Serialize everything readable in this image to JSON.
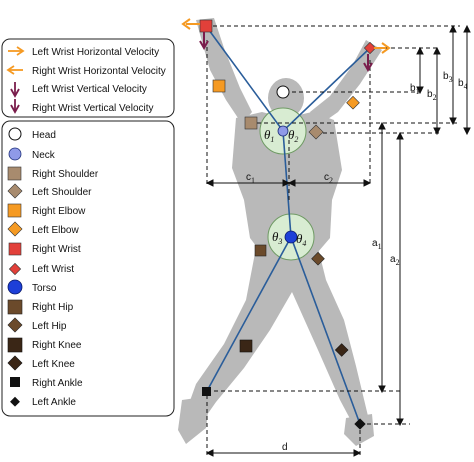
{
  "legend_velocity": [
    {
      "label": "Left Wrist Horizontal Velocity",
      "icon": "orange-right-arrow-icon"
    },
    {
      "label": "Right Wrist Horizontal Velocity",
      "icon": "orange-left-arrow-icon"
    },
    {
      "label": "Left Wrist Vertical Velocity",
      "icon": "purple-down-arrow-icon"
    },
    {
      "label": "Right Wrist Vertical Velocity",
      "icon": "purple-down-arrow-icon"
    }
  ],
  "legend_joints": [
    {
      "label": "Head",
      "icon": "white-circle-icon"
    },
    {
      "label": "Neck",
      "icon": "lavender-circle-icon"
    },
    {
      "label": "Right Shoulder",
      "icon": "tan-square-icon"
    },
    {
      "label": "Left Shoulder",
      "icon": "tan-diamond-icon"
    },
    {
      "label": "Right Elbow",
      "icon": "orange-square-icon"
    },
    {
      "label": "Left Elbow",
      "icon": "orange-diamond-icon"
    },
    {
      "label": "Right Wrist",
      "icon": "red-square-icon"
    },
    {
      "label": "Left Wrist",
      "icon": "red-diamond-icon"
    },
    {
      "label": "Torso",
      "icon": "blue-circle-icon"
    },
    {
      "label": "Right Hip",
      "icon": "brown-square-icon"
    },
    {
      "label": "Left Hip",
      "icon": "brown-diamond-icon"
    },
    {
      "label": "Right Knee",
      "icon": "dark-brown-square-icon"
    },
    {
      "label": "Left Knee",
      "icon": "dark-brown-diamond-icon"
    },
    {
      "label": "Right Ankle",
      "icon": "black-square-icon"
    },
    {
      "label": "Left Ankle",
      "icon": "black-diamond-icon"
    }
  ],
  "angles": {
    "theta1": "θ",
    "theta1_sub": "1",
    "theta2": "θ",
    "theta2_sub": "2",
    "theta3": "θ",
    "theta3_sub": "3",
    "theta4": "θ",
    "theta4_sub": "4"
  },
  "dimensions": {
    "a1": "a",
    "a1_sub": "1",
    "a2": "a",
    "a2_sub": "2",
    "b1": "b",
    "b1_sub": "1",
    "b2": "b",
    "b2_sub": "2",
    "b3": "b",
    "b3_sub": "3",
    "b4": "b",
    "b4_sub": "4",
    "c1": "c",
    "c1_sub": "1",
    "c2": "c",
    "c2_sub": "2",
    "d": "d"
  },
  "colors": {
    "silhouette": "#b9b9b9",
    "skeleton": "#2a5d9a",
    "angle_fill": "#d8ecd2",
    "orange": "#f59a23",
    "red": "#e2403a",
    "purple": "#7a1d4c",
    "blue": "#1d3fd8",
    "lavender": "#8f9ae8",
    "tan": "#a88b6e",
    "brown": "#6b4a2b",
    "dark_brown": "#3a2616"
  }
}
